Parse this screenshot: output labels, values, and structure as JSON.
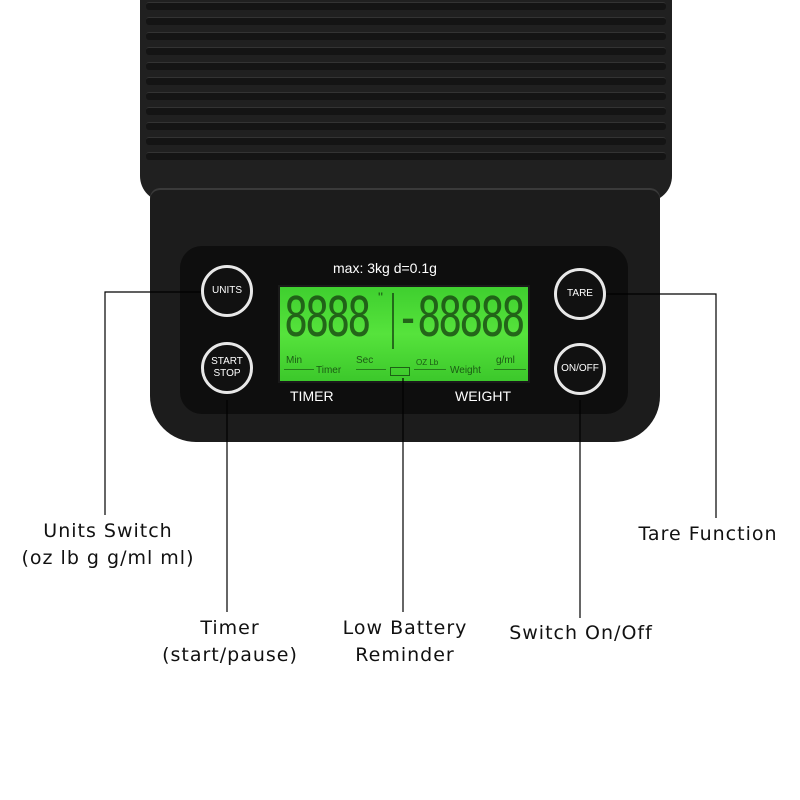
{
  "scale": {
    "capacity_text": "max: 3kg  d=0.1g",
    "buttons": {
      "units": "UNITS",
      "start_line1": "START",
      "start_line2": "STOP",
      "tare": "TARE",
      "onoff": "ON/OFF"
    },
    "panel_labels": {
      "timer": "TIMER",
      "weight": "WEIGHT"
    },
    "lcd": {
      "timer_digits": "8888",
      "weight_digits": "-88888",
      "quote_mark": "\"",
      "labels": {
        "min": "Min",
        "timer": "Timer",
        "sec": "Sec",
        "oz_lb": "OZ Lb",
        "weight": "Weight",
        "g_ml": "g/ml"
      }
    }
  },
  "callouts": {
    "units": {
      "line1": "Units Switch",
      "line2": "(oz lb g g/ml ml)"
    },
    "timer": {
      "line1": "Timer",
      "line2": "(start/pause)"
    },
    "battery": {
      "line1": "Low Battery",
      "line2": "Reminder"
    },
    "onoff": {
      "line1": "Switch On/Off"
    },
    "tare": {
      "line1": "Tare Function"
    }
  },
  "colors": {
    "lcd_backlight": "#4fdc36",
    "scale_body": "#1c1c1c",
    "text_on_scale": "#ffffff"
  }
}
